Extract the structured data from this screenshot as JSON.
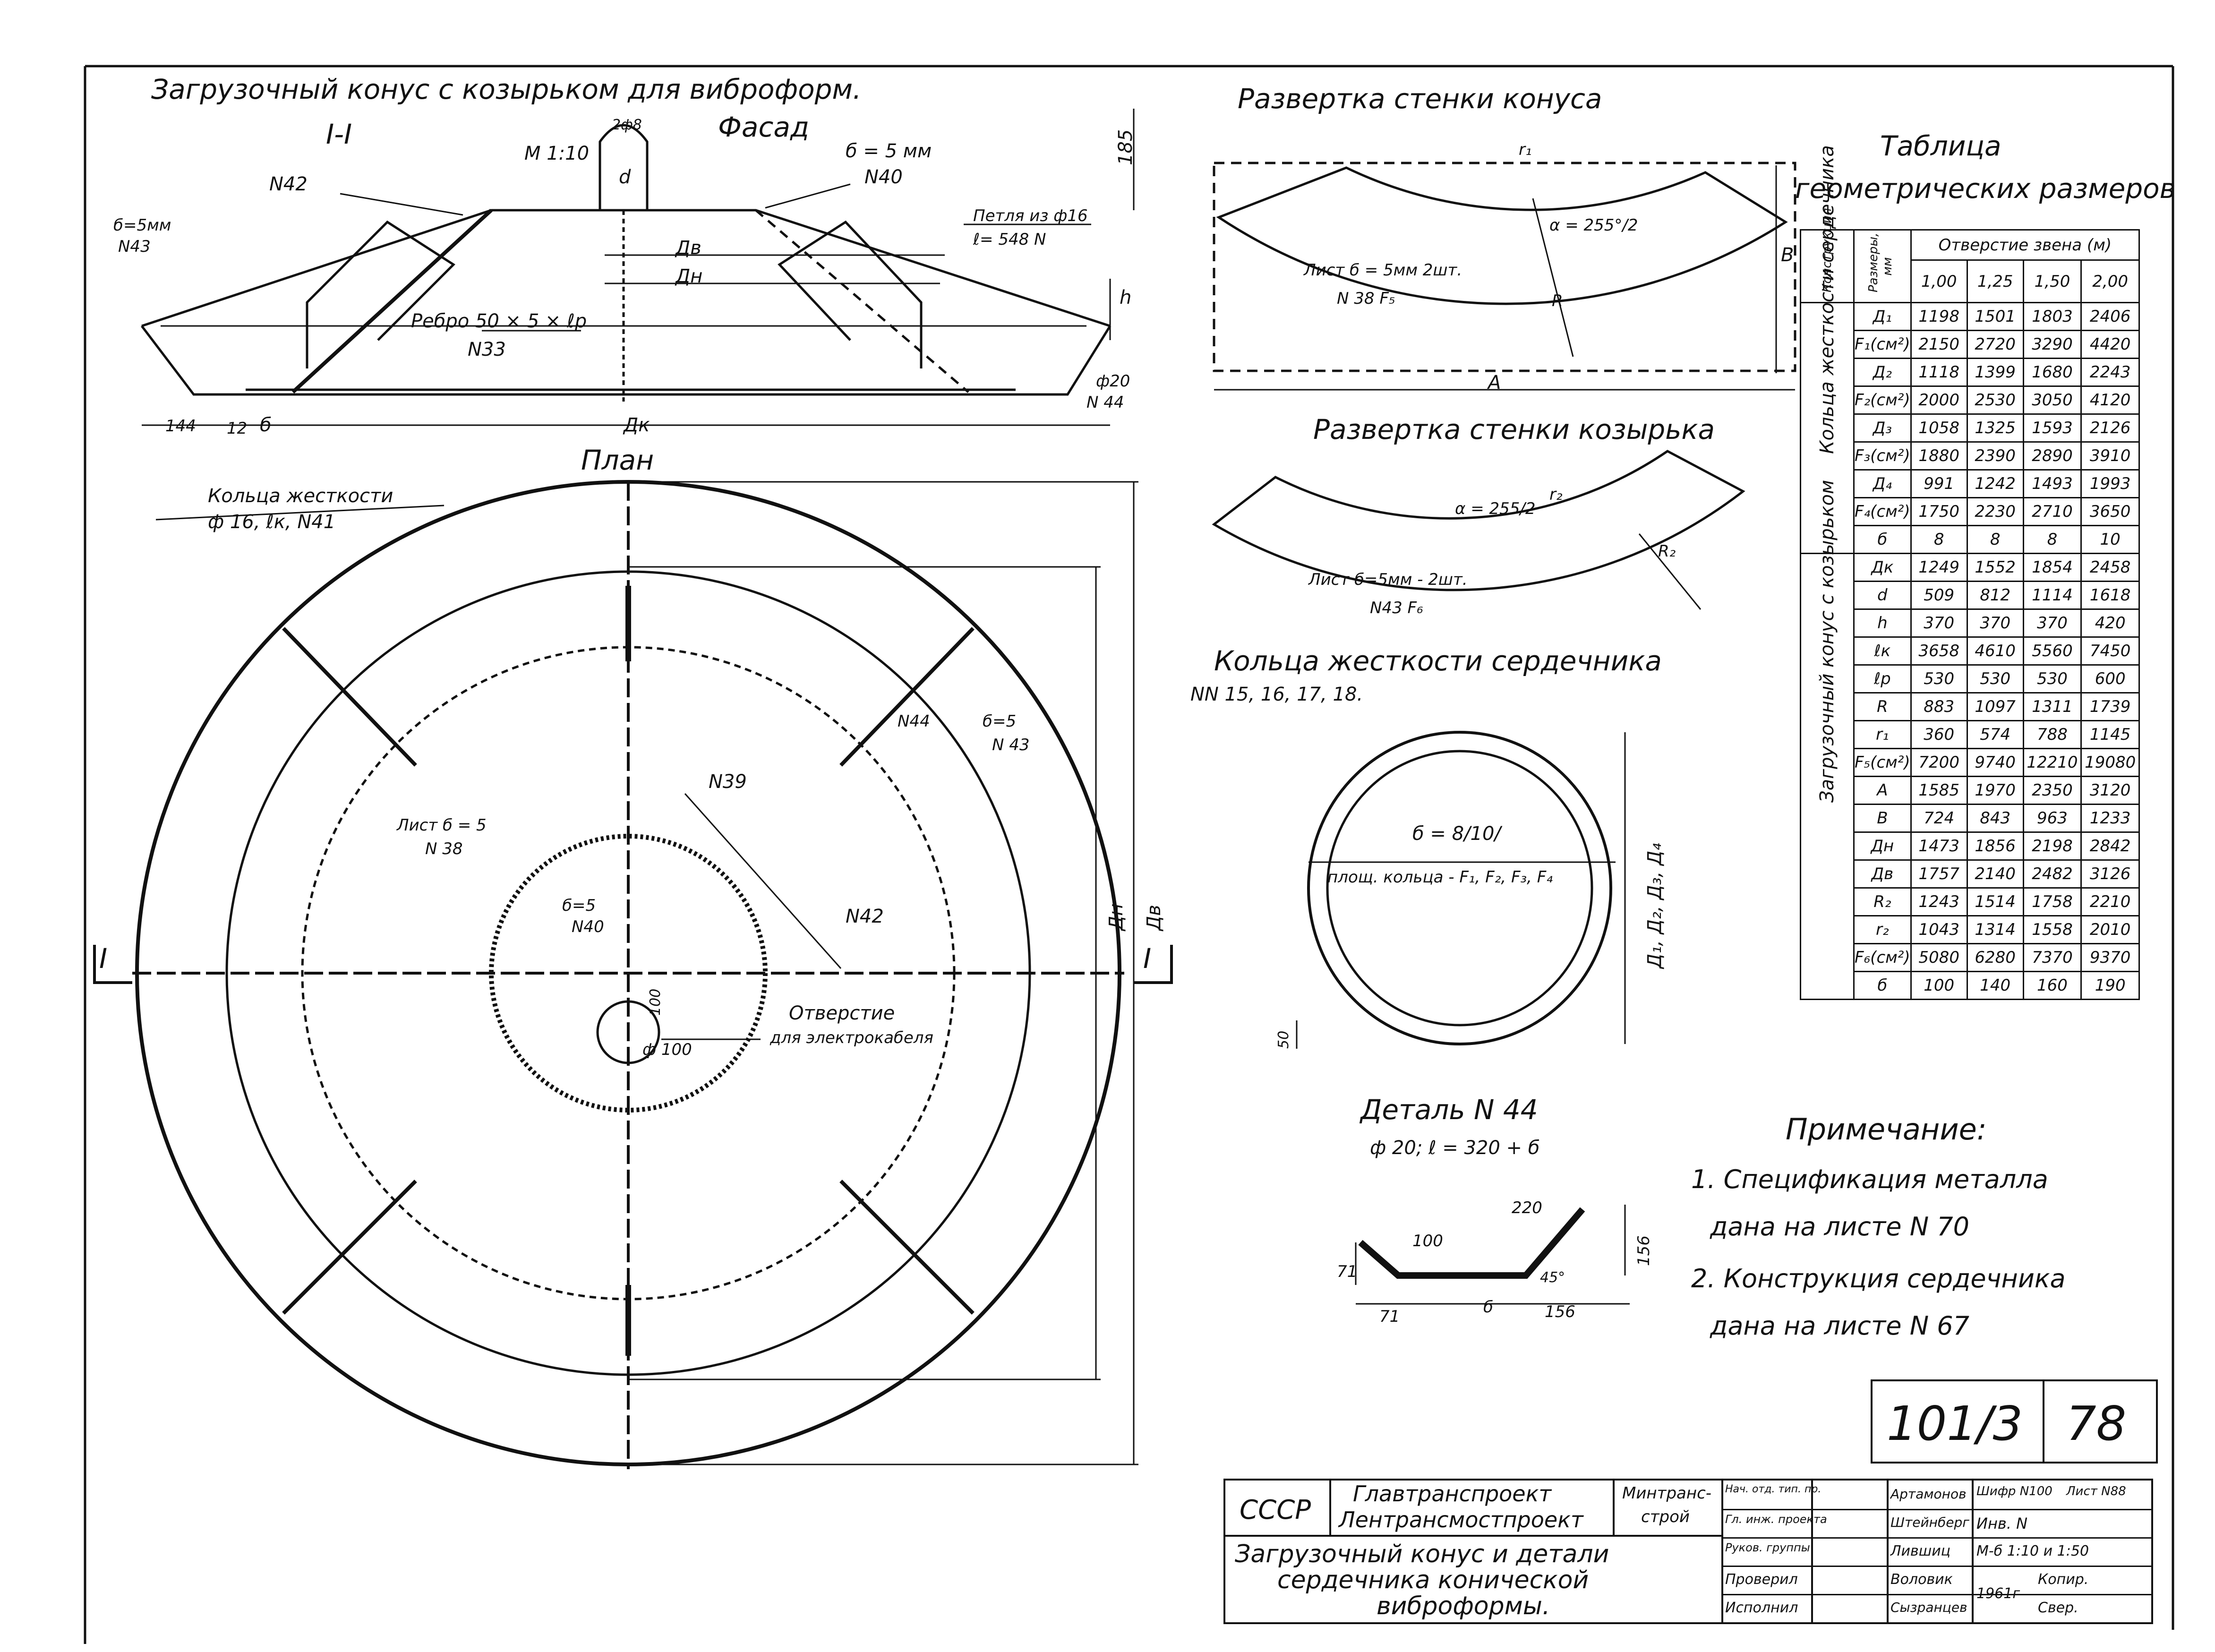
{
  "title": "Загрузочный конус с козырьком для виброформ.",
  "facade": {
    "section": "I-I",
    "label": "Фасад",
    "scale": "М 1:10",
    "d": "d",
    "loop_top": "2ф8",
    "h185": "185",
    "b5_n40": [
      "б = 5 мм",
      "N40"
    ],
    "n42": "N42",
    "b5_n43": [
      "б=5мм",
      "N43"
    ],
    "loop": [
      "Петля из ф16",
      "ℓ= 548 N"
    ],
    "dv": "Дв",
    "dn": "Дн",
    "h": "h",
    "rib": [
      "Ребро 50 × 5 × ℓр",
      "N33"
    ],
    "f20": [
      "ф20",
      "N 44"
    ],
    "d144": "144",
    "d12": "12",
    "b": "б",
    "dk": "Дк"
  },
  "plan": {
    "label": "План",
    "rings": [
      "Кольца жесткости",
      "ф 16, ℓк,   N41"
    ],
    "n44": "N44",
    "b5_n43": [
      "б=5",
      "N 43"
    ],
    "n39": "N39",
    "sheet": [
      "Лист б = 5",
      "N 38"
    ],
    "b5_n40": [
      "б=5",
      "N40"
    ],
    "n42": "N42",
    "d100": "100",
    "hole": [
      "Отверстие",
      "для электрокабеля"
    ],
    "phi100": "ф 100",
    "dn": "Дн",
    "dv": "Дв",
    "cut": "I"
  },
  "cone_dev": {
    "title": "Развертка стенки конуса",
    "r1": "r₁",
    "alpha": "α = 255°/2",
    "sheet": [
      "Лист б = 5мм  2шт.",
      "N 38  F₅"
    ],
    "R": "R",
    "A": "A",
    "B": "B"
  },
  "visor_dev": {
    "title": "Развертка стенки козырька",
    "alpha": "α = 255/2",
    "r2": "r₂",
    "R2": "R₂",
    "sheet": [
      "Лист б=5мм - 2шт.",
      "N43   F₆"
    ]
  },
  "core_rings": {
    "title": "Кольца жесткости сердечника",
    "nums": "NN 15, 16, 17, 18.",
    "b": "б = 8/10/",
    "area": "площ. кольца - F₁, F₂, F₃, F₄",
    "d": "Д₁, Д₂, Д₃, Д₄",
    "w": "50"
  },
  "detail44": {
    "title": "Деталь N 44",
    "sub": "ф 20; ℓ = 320 + б",
    "d100": "100",
    "d220": "220",
    "d71a": "71",
    "d71b": "71",
    "b": "б",
    "d156a": "156",
    "d156b": "156",
    "a45": "45°"
  },
  "table": {
    "title": [
      "Таблица",
      "геометрических размеров"
    ],
    "col_construction": "Конструкция",
    "col_size": "Размеры, мм",
    "col_holes": "Отверстие звена (м)",
    "headers": [
      "1,00",
      "1,25",
      "1,50",
      "2,00"
    ],
    "group1": "Кольца жесткости сердечника",
    "group2": "Загрузочный конус с козырьком",
    "rows1": [
      [
        "Д₁",
        "1198",
        "1501",
        "1803",
        "2406"
      ],
      [
        "F₁(см²)",
        "2150",
        "2720",
        "3290",
        "4420"
      ],
      [
        "Д₂",
        "1118",
        "1399",
        "1680",
        "2243"
      ],
      [
        "F₂(см²)",
        "2000",
        "2530",
        "3050",
        "4120"
      ],
      [
        "Д₃",
        "1058",
        "1325",
        "1593",
        "2126"
      ],
      [
        "F₃(см²)",
        "1880",
        "2390",
        "2890",
        "3910"
      ],
      [
        "Д₄",
        "991",
        "1242",
        "1493",
        "1993"
      ],
      [
        "F₄(см²)",
        "1750",
        "2230",
        "2710",
        "3650"
      ],
      [
        "б",
        "8",
        "8",
        "8",
        "10"
      ]
    ],
    "rows2": [
      [
        "Дк",
        "1249",
        "1552",
        "1854",
        "2458"
      ],
      [
        "d",
        "509",
        "812",
        "1114",
        "1618"
      ],
      [
        "h",
        "370",
        "370",
        "370",
        "420"
      ],
      [
        "ℓк",
        "3658",
        "4610",
        "5560",
        "7450"
      ],
      [
        "ℓр",
        "530",
        "530",
        "530",
        "600"
      ],
      [
        "R",
        "883",
        "1097",
        "1311",
        "1739"
      ],
      [
        "r₁",
        "360",
        "574",
        "788",
        "1145"
      ],
      [
        "F₅(см²)",
        "7200",
        "9740",
        "12210",
        "19080"
      ],
      [
        "A",
        "1585",
        "1970",
        "2350",
        "3120"
      ],
      [
        "B",
        "724",
        "843",
        "963",
        "1233"
      ],
      [
        "Дн",
        "1473",
        "1856",
        "2198",
        "2842"
      ],
      [
        "Дв",
        "1757",
        "2140",
        "2482",
        "3126"
      ],
      [
        "R₂",
        "1243",
        "1514",
        "1758",
        "2210"
      ],
      [
        "r₂",
        "1043",
        "1314",
        "1558",
        "2010"
      ],
      [
        "F₆(см²)",
        "5080",
        "6280",
        "7370",
        "9370"
      ],
      [
        "б",
        "100",
        "140",
        "160",
        "190"
      ]
    ]
  },
  "notes": {
    "title": "Примечание:",
    "items": [
      "1. Спецификация металла",
      "дана на листе N 70",
      "2. Конструкция сердечника",
      "дана на листе N 67"
    ]
  },
  "sheet_no": {
    "album": "101/3",
    "sheet": "78"
  },
  "stamp": {
    "ussr": "СССР",
    "org1": "Главтранспроект",
    "org2": "Лентрансмостпроект",
    "ministry": [
      "Минтранс-",
      "строй"
    ],
    "title": [
      "Загрузочный конус и детали",
      "сердечника конической",
      "виброформы."
    ],
    "roles": [
      "Нач. отд. тип. пр.",
      "Гл. инж. проекта",
      "Руков. группы",
      "Проверил",
      "Исполнил"
    ],
    "names": [
      "Артамонов",
      "Штейнберг",
      "Лившиц",
      "Воловик",
      "Сызранцев"
    ],
    "shifr": "Шифр  N100",
    "list": "Лист  N88",
    "inv": "Инв. N",
    "scale": "М-б  1:10 и 1:50",
    "year": "1961г",
    "copy": "Копир.",
    "check": "Свер."
  }
}
